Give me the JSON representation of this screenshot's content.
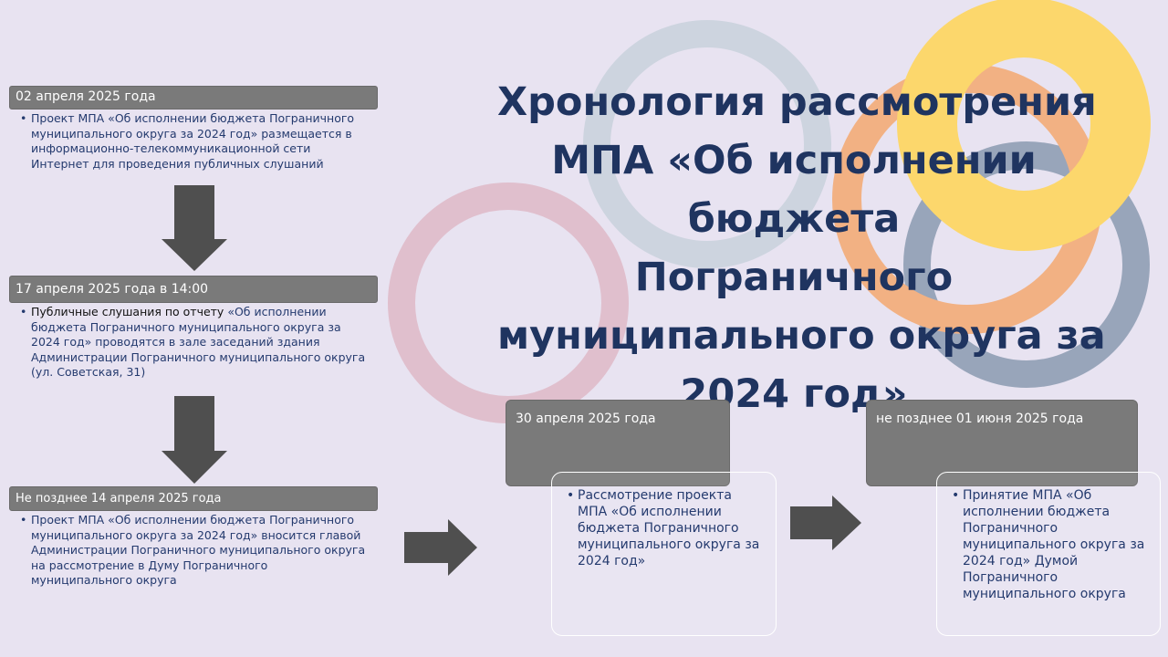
{
  "title_lines": [
    "Хронология рассмотрения",
    "МПА «Об исполнении",
    "бюджета",
    "Пограничного",
    "муниципального округа за",
    "2024 год»"
  ],
  "steps": [
    {
      "date": "02 апреля 2025 года",
      "text": "Проект МПА «Об исполнении бюджета Пограничного муниципального округа за 2024 год» размещается в информационно-телекоммуникационной сети Интернет для проведения публичных слушаний"
    },
    {
      "date": "17 апреля 2025 года в 14:00",
      "text_lead": "Публичные слушания по отчету ",
      "text": "«Об исполнении бюджета Пограничного муниципального округа за 2024 год» проводятся в зале заседаний здания Администрации Пограничного муниципального округа (ул. Советская, 31)"
    },
    {
      "date": "Не позднее 14 апреля 2025 года",
      "text": "Проект МПА «Об исполнении бюджета Пограничного муниципального округа за 2024 год» вносится главой Администрации Пограничного муниципального округа на рассмотрение в Думу Пограничного муниципального округа"
    },
    {
      "date": "30 апреля 2025 года",
      "text": "Рассмотрение  проекта МПА «Об исполнении бюджета Пограничного муниципального округа за 2024 год»"
    },
    {
      "date": "не позднее 01 июня 2025 года",
      "text": "Принятие МПА «Об исполнении бюджета Пограничного муниципального округа за 2024 год» Думой Пограничного муниципального округа"
    }
  ],
  "colors": {
    "background": "#e8e3f1",
    "header": "#7a7a7a",
    "arrow": "#4f4f4f",
    "ring_pink": "#e0bfcd",
    "ring_gray": "#cdd4df",
    "ring_orange": "#f2b183",
    "ring_slate": "#98a5ba",
    "ring_yellow": "#fcd76c",
    "title": "#1f3460"
  }
}
